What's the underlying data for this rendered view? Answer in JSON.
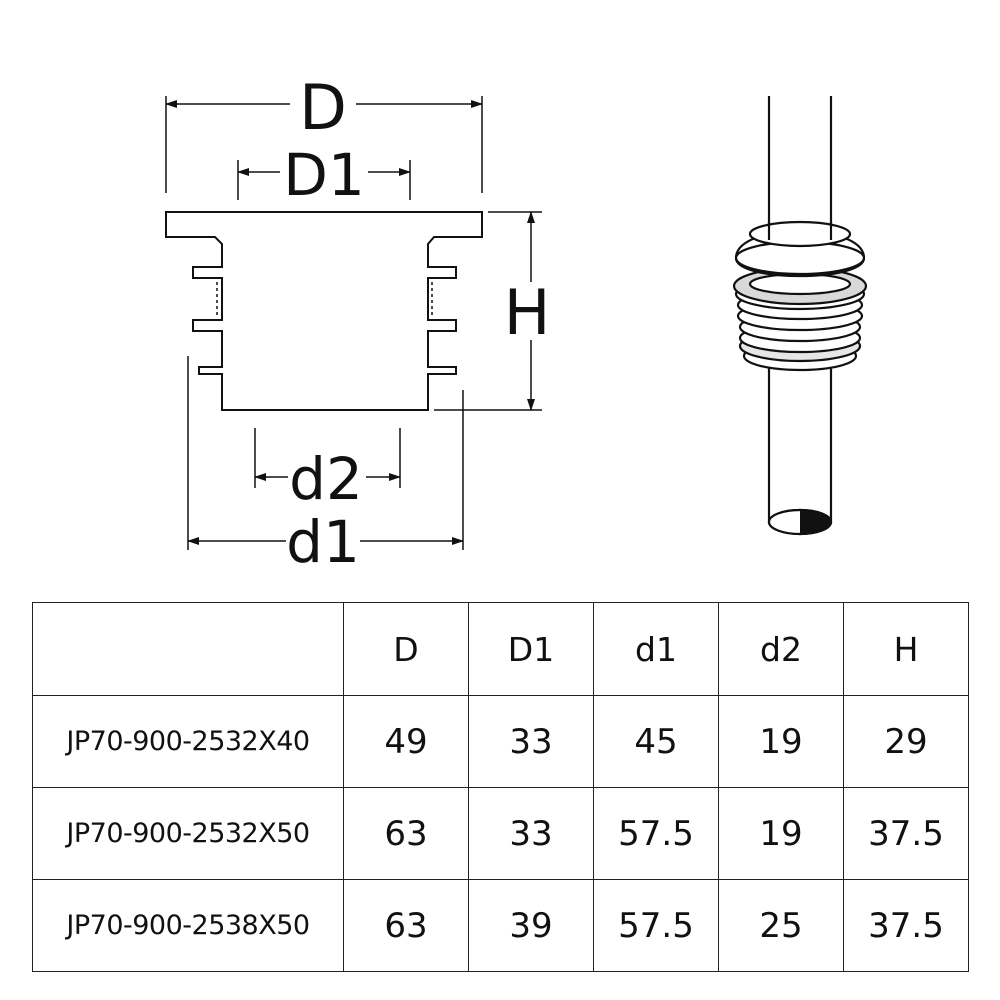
{
  "diagram": {
    "labels": {
      "D": "D",
      "D1": "D1",
      "H": "H",
      "d2": "d2",
      "d1": "d1"
    }
  },
  "table": {
    "headers": [
      "",
      "D",
      "D1",
      "d1",
      "d2",
      "H"
    ],
    "rows": [
      {
        "model": "JP70-900-2532X40",
        "D": "49",
        "D1": "33",
        "d1": "45",
        "d2": "19",
        "H": "29"
      },
      {
        "model": "JP70-900-2532X50",
        "D": "63",
        "D1": "33",
        "d1": "57.5",
        "d2": "19",
        "H": "37.5"
      },
      {
        "model": "JP70-900-2538X50",
        "D": "63",
        "D1": "39",
        "d1": "57.5",
        "d2": "25",
        "H": "37.5"
      }
    ]
  }
}
